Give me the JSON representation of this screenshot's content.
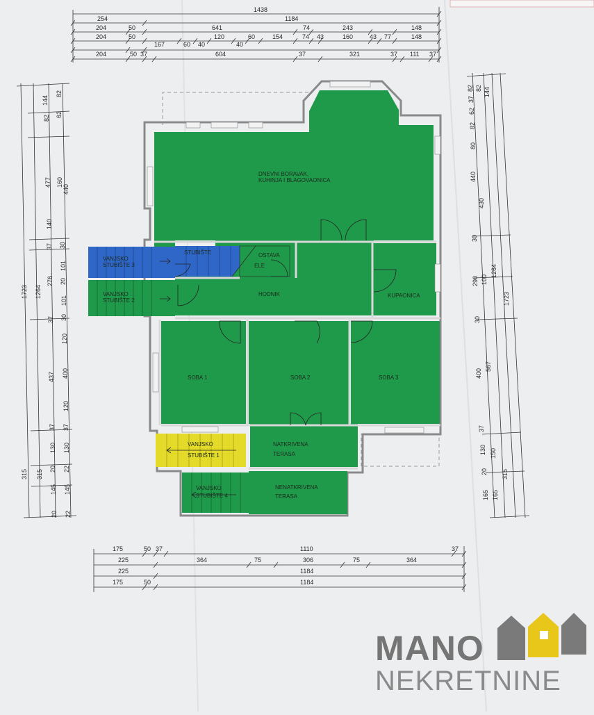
{
  "rooms": {
    "living": "DNEVNI BORAVAK,",
    "living2": "KUHINJA I BLAGOVAONICA",
    "stair_inner": "STUBIŠTE",
    "storage": "OSTAVA",
    "ele": "ELE",
    "hall": "HODNIK",
    "bath": "KUPAONICA",
    "ext3_a": "VANJSKO",
    "ext3_b": "STUBIŠTE 3",
    "ext2_a": "VANJSKO",
    "ext2_b": "STUBIŠTE 2",
    "room1": "SOBA 1",
    "room2": "SOBA 2",
    "room3": "SOBA 3",
    "ext1_a": "VANJSKO",
    "ext1_b": "STUBIŠTE 1",
    "covered_a": "NATKRIVENA",
    "covered_b": "TERASA",
    "ext4_a": "VANJSKO",
    "ext4_b": "STUBIŠTE 4",
    "uncovered_a": "NENATKRIVENA",
    "uncovered_b": "TERASA"
  },
  "dims_top": {
    "row1": [
      "1438"
    ],
    "row2": [
      "254",
      "1184"
    ],
    "row3": [
      "204",
      "50",
      "641",
      "74",
      "243",
      "148"
    ],
    "row4": [
      "204",
      "50",
      "167",
      "60",
      "40",
      "120",
      "40",
      "60",
      "154",
      "74",
      "43",
      "160",
      "43",
      "77",
      "148"
    ],
    "row5": [
      "204",
      "50",
      "37",
      "604",
      "37",
      "321",
      "37",
      "111",
      "37"
    ]
  },
  "dims_left": {
    "col1": [
      "1723"
    ],
    "col2": [
      "1264",
      "315"
    ],
    "col3": [
      "144",
      "82",
      "477",
      "140",
      "37",
      "276",
      "37",
      "437",
      "37",
      "130",
      "20",
      "145",
      "20"
    ],
    "col4": [
      "82",
      "62",
      "160",
      "440",
      "30",
      "101",
      "20",
      "101",
      "30",
      "120",
      "400",
      "120",
      "37",
      "130",
      "22",
      "145",
      "22"
    ]
  },
  "dims_right": {
    "col1": [
      "82",
      "37",
      "62",
      "82",
      "80",
      "440",
      "30",
      "290",
      "30",
      "400",
      "37",
      "130",
      "20",
      "165"
    ],
    "col2": [
      "82",
      "144",
      "430",
      "100",
      "567",
      "150",
      "165"
    ],
    "col3": [
      "1264",
      "315"
    ],
    "col4": [
      "1723"
    ]
  },
  "dims_bottom": {
    "row1": [
      "175",
      "50",
      "37",
      "1110",
      "37"
    ],
    "row2": [
      "225",
      "364",
      "75",
      "306",
      "75",
      "364"
    ],
    "row3": [
      "225",
      "1184"
    ],
    "row4": [
      "175",
      "50",
      "1184"
    ]
  },
  "logo": {
    "line1": "MANO",
    "line2": "NEKRETNINE"
  },
  "colors": {
    "green": "#1f9a4b",
    "blue": "#2f67c9",
    "yellow": "#e4da2a",
    "logo_gray": "#7a7a7a",
    "logo_yellow": "#e9c61a"
  }
}
